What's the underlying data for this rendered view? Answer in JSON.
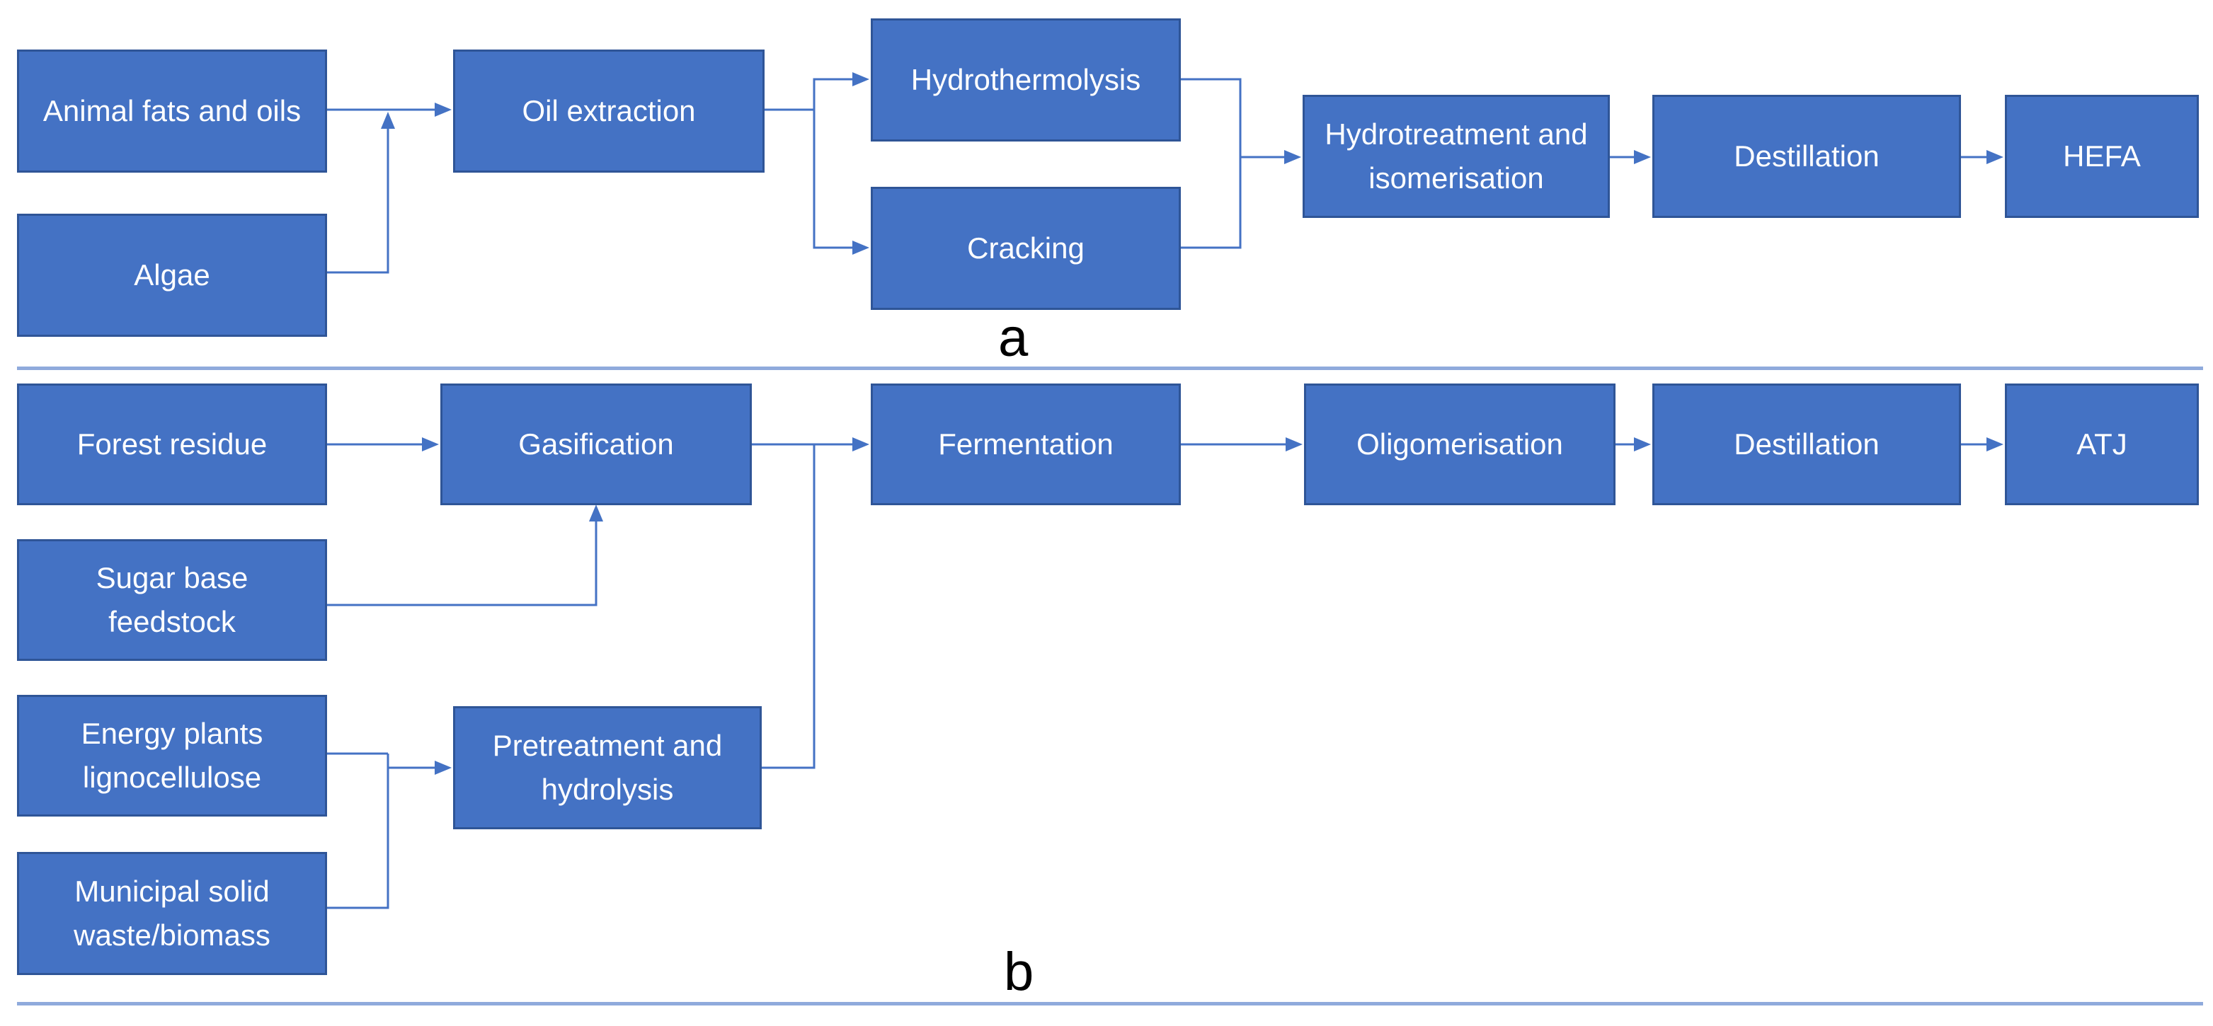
{
  "panels": {
    "a": {
      "label": "a",
      "nodes": {
        "animal_fats": "Animal fats and oils",
        "algae": "Algae",
        "oil_extraction": "Oil extraction",
        "hydrothermolysis": "Hydrothermolysis",
        "cracking": "Cracking",
        "hydrotreatment": "Hydrotreatment and isomerisation",
        "destillation": "Destillation",
        "hefa": "HEFA"
      }
    },
    "b": {
      "label": "b",
      "nodes": {
        "forest_residue": "Forest residue",
        "sugar_base": "Sugar base feedstock",
        "energy_plants": "Energy plants lignocellulose",
        "municipal_waste": "Municipal solid waste/biomass",
        "gasification": "Gasification",
        "pretreatment": "Pretreatment and hydrolysis",
        "fermentation": "Fermentation",
        "oligomerisation": "Oligomerisation",
        "destillation": "Destillation",
        "atj": "ATJ"
      }
    }
  },
  "colors": {
    "box_fill": "#4472c4",
    "box_border": "#2f5597",
    "box_text": "#ffffff",
    "connector": "#4472c4",
    "divider": "#8faadc"
  }
}
